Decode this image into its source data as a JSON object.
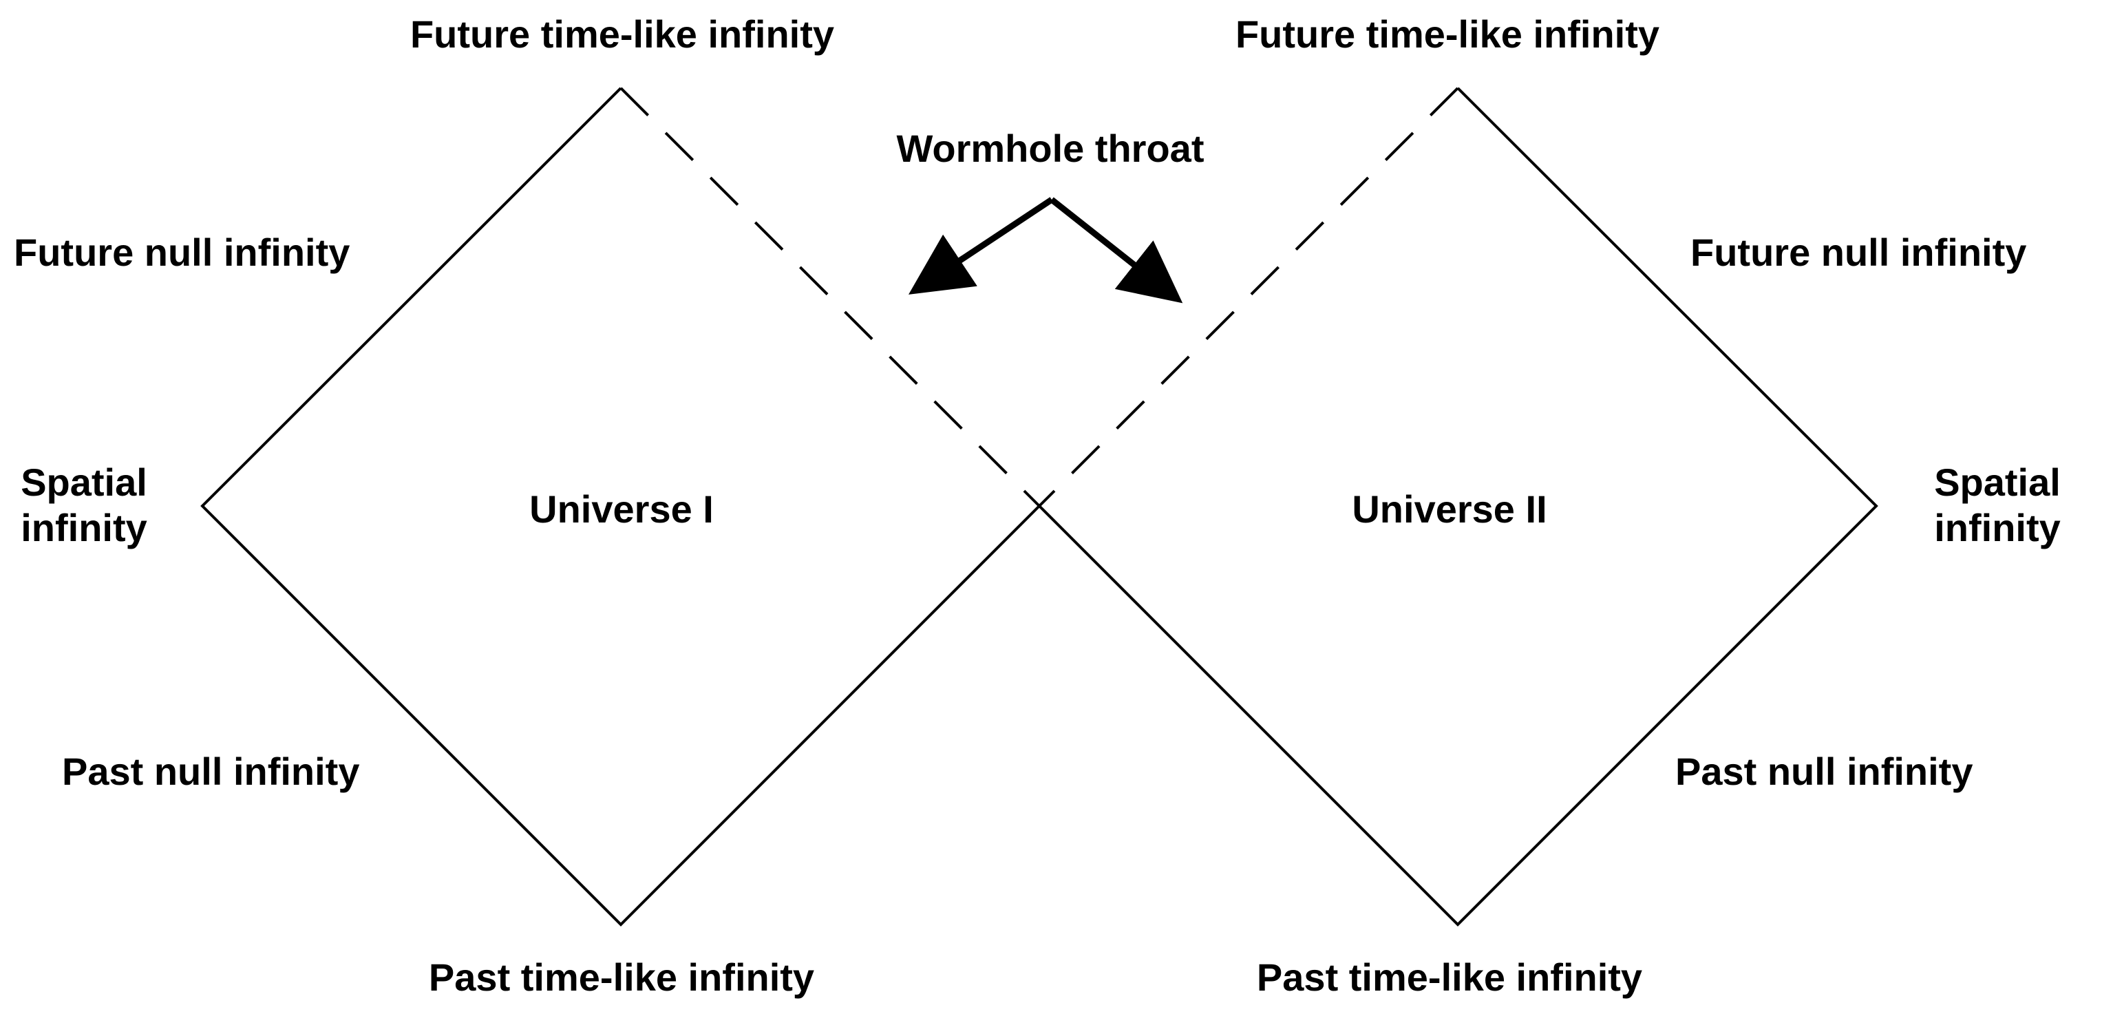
{
  "colors": {
    "ink": "#000000",
    "background": "#ffffff"
  },
  "arrow_label": "Wormhole throat",
  "universe_1": {
    "name": "Universe I",
    "future_timelike": "Future time-like infinity",
    "future_null": "Future null infinity",
    "spatial_line1": "Spatial",
    "spatial_line2": "infinity",
    "past_null": "Past null infinity",
    "past_timelike": "Past time-like infinity"
  },
  "universe_2": {
    "name": "Universe II",
    "future_timelike": "Future time-like infinity",
    "future_null": "Future null infinity",
    "spatial_line1": "Spatial",
    "spatial_line2": "infinity",
    "past_null": "Past null infinity",
    "past_timelike": "Past time-like infinity"
  }
}
